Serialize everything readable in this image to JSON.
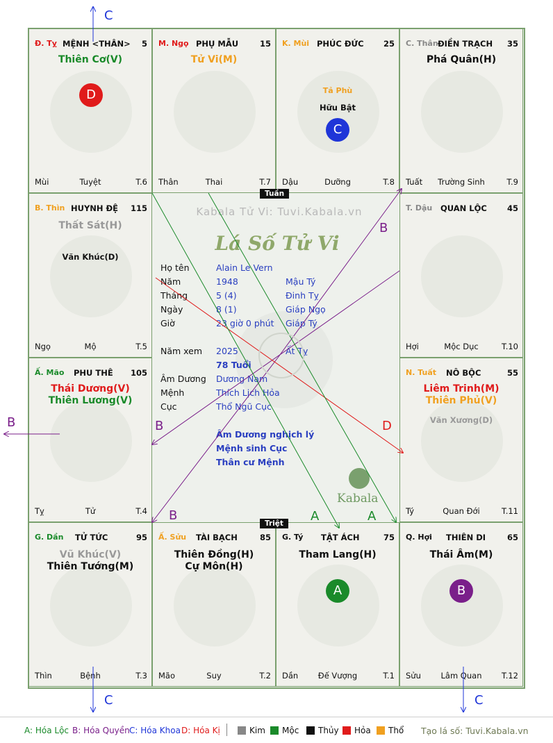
{
  "colors": {
    "kim": "#888888",
    "moc": "#1a8a2a",
    "thuy": "#111111",
    "hoa": "#e01b1b",
    "tho": "#f0a020",
    "blue": "#1f35d8",
    "purple": "#7a1f8a"
  },
  "cells": {
    "ty_menh": {
      "stem": "Đ. Tỵ",
      "name": "MỆNH <THÂN>",
      "age": "5",
      "star1": "Thiên Cơ(V)",
      "bl": "Mùi",
      "bc": "Tuyệt",
      "br": "T.6",
      "badge": "D"
    },
    "ngo": {
      "stem": "M. Ngọ",
      "name": "PHỤ MẪU",
      "age": "15",
      "star1": "Tử Vi(M)",
      "bl": "Thân",
      "bc": "Thai",
      "br": "T.7"
    },
    "mui": {
      "stem": "K. Mùi",
      "name": "PHÚC ĐỨC",
      "age": "25",
      "m1": "Tả Phù",
      "m2": "Hữu Bật",
      "bl": "Dậu",
      "bc": "Dưỡng",
      "br": "T.8",
      "badge": "C"
    },
    "than": {
      "stem": "C. Thân",
      "name": "ĐIỀN TRẠCH",
      "age": "35",
      "star1": "Phá Quân(H)",
      "bl": "Tuất",
      "bc": "Trường Sinh",
      "br": "T.9"
    },
    "thin": {
      "stem": "B. Thìn",
      "name": "HUYNH ĐỆ",
      "age": "115",
      "star1": "Thất Sát(H)",
      "m1": "Văn Khúc(D)",
      "bl": "Ngọ",
      "bc": "Mộ",
      "br": "T.5"
    },
    "dau": {
      "stem": "T. Dậu",
      "name": "QUAN LỘC",
      "age": "45",
      "bl": "Hợi",
      "bc": "Mộc Dục",
      "br": "T.10"
    },
    "mao": {
      "stem": "Ấ. Mão",
      "name": "PHU THÊ",
      "age": "105",
      "star1": "Thái Dương(V)",
      "star2": "Thiên Lương(V)",
      "bl": "Tỵ",
      "bc": "Tử",
      "br": "T.4"
    },
    "tuat": {
      "stem": "N. Tuất",
      "name": "NÔ BỘC",
      "age": "55",
      "star1": "Liêm Trinh(M)",
      "star2": "Thiên Phủ(V)",
      "m1": "Văn Xương(D)",
      "bl": "Tý",
      "bc": "Quan Đới",
      "br": "T.11"
    },
    "dan": {
      "stem": "G. Dần",
      "name": "TỬ TỨC",
      "age": "95",
      "star1": "Vũ Khúc(V)",
      "star2": "Thiên Tướng(M)",
      "bl": "Thìn",
      "bc": "Bệnh",
      "br": "T.3"
    },
    "suu": {
      "stem": "Ấ. Sửu",
      "name": "TÀI BẠCH",
      "age": "85",
      "star1": "Thiên Đồng(H)",
      "star2": "Cự Môn(H)",
      "bl": "Mão",
      "bc": "Suy",
      "br": "T.2"
    },
    "ty_tat": {
      "stem": "G. Tý",
      "name": "TẬT ÁCH",
      "age": "75",
      "star1": "Tham Lang(H)",
      "bl": "Dần",
      "bc": "Đế Vượng",
      "br": "T.1",
      "badge": "A"
    },
    "hoi": {
      "stem": "Q. Hợi",
      "name": "THIÊN DI",
      "age": "65",
      "star1": "Thái Âm(M)",
      "bl": "Sửu",
      "bc": "Lâm Quan",
      "br": "T.12",
      "badge": "B"
    }
  },
  "center": {
    "site": "Kabala Tử Vi: Tuvi.Kabala.vn",
    "title": "Lá Số Tử Vi",
    "rows": [
      {
        "label": "Họ tên",
        "v1": "Alain Le Vern",
        "v2": ""
      },
      {
        "label": "Năm",
        "v1": "1948",
        "v2": "Mậu Tý"
      },
      {
        "label": "Tháng",
        "v1": "5  (4)",
        "v2": "Đinh Tỵ"
      },
      {
        "label": "Ngày",
        "v1": "8  (1)",
        "v2": "Giáp Ngọ"
      },
      {
        "label": "Giờ",
        "v1": "23 giờ 0 phút",
        "v2": "Giáp Tý"
      },
      {
        "label": "Năm xem",
        "v1": "2025",
        "v2": "Ất Tỵ"
      },
      {
        "label": "",
        "v1": "78 Tuổi",
        "v2": ""
      },
      {
        "label": "Âm Dương",
        "v1": "Dương Nam",
        "v2": ""
      },
      {
        "label": "Mệnh",
        "v1": "Thích Lịch Hỏa",
        "v2": ""
      },
      {
        "label": "Cục",
        "v1": "Thổ Ngũ Cục",
        "v2": ""
      }
    ],
    "notes": [
      "Âm Dương nghịch lý",
      "Mệnh sinh Cục",
      "Thân cư Mệnh"
    ],
    "brand": "Kabala",
    "tuan": "Tuần",
    "triet": "Triệt"
  },
  "arrows": {
    "c": "C",
    "b": "B",
    "d": "D",
    "a": "A"
  },
  "legend": {
    "a": "A: Hóa Lộc",
    "b": "B: Hóa Quyền",
    "c": "C: Hóa Khoa",
    "d": "D: Hóa Kị",
    "kim": "Kim",
    "moc": "Mộc",
    "thuy": "Thủy",
    "hoa": "Hỏa",
    "tho": "Thổ",
    "credit": "Tạo lá số: Tuvi.Kabala.vn"
  }
}
